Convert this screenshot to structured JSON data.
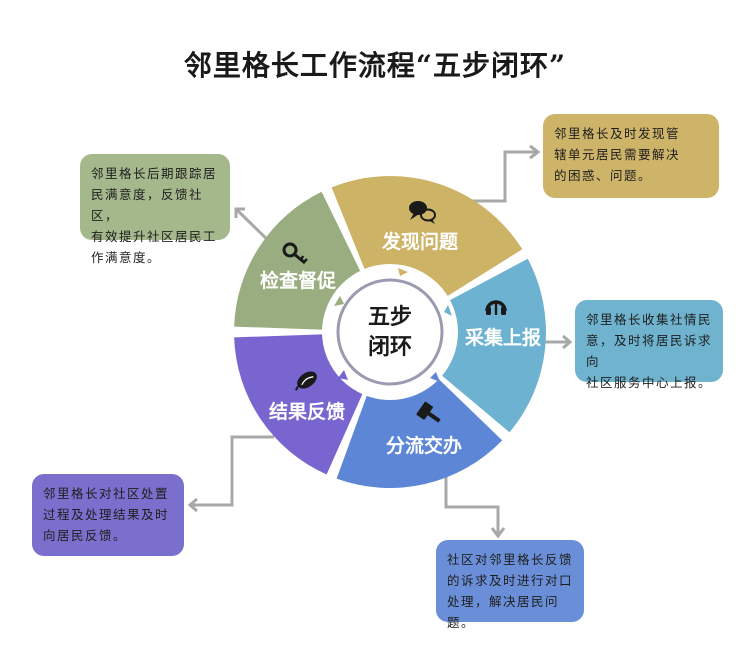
{
  "title": "邻里格长工作流程“五步闭环”",
  "center": {
    "line1": "五步",
    "line2": "闭环"
  },
  "steps": [
    {
      "label": "发现问题",
      "icon": "speech-bubbles-icon",
      "color": "#cdb366",
      "note": [
        "邻里格长及时发现管",
        "辖单元居民需要解决",
        "的困惑、问题。"
      ],
      "note_color": "#cdb468"
    },
    {
      "label": "采集上报",
      "icon": "headphones-icon",
      "color": "#6db2d0",
      "note": [
        "邻里格长收集社情民",
        "意，及时将居民诉求向",
        "社区服务中心上报。"
      ],
      "note_color": "#6fb3cf"
    },
    {
      "label": "分流交办",
      "icon": "gavel-icon",
      "color": "#5d86d6",
      "note": [
        "社区对邻里格长反馈",
        "的诉求及时进行对口",
        "处理，解决居民问题。"
      ],
      "note_color": "#6a8fd8"
    },
    {
      "label": "结果反馈",
      "icon": "leaf-icon",
      "color": "#7865cf",
      "note": [
        "邻里格长对社区处置",
        "过程及处理结果及时",
        "向居民反馈。"
      ],
      "note_color": "#7a6fcd"
    },
    {
      "label": "检查督促",
      "icon": "key-icon",
      "color": "#99ad80",
      "note": [
        "邻里格长后期跟踪居",
        "民满意度，反馈社区，",
        "有效提升社区居民工",
        "作满意度。"
      ],
      "note_color": "#a4b88c"
    }
  ],
  "connector_color": "#a8a8a8"
}
